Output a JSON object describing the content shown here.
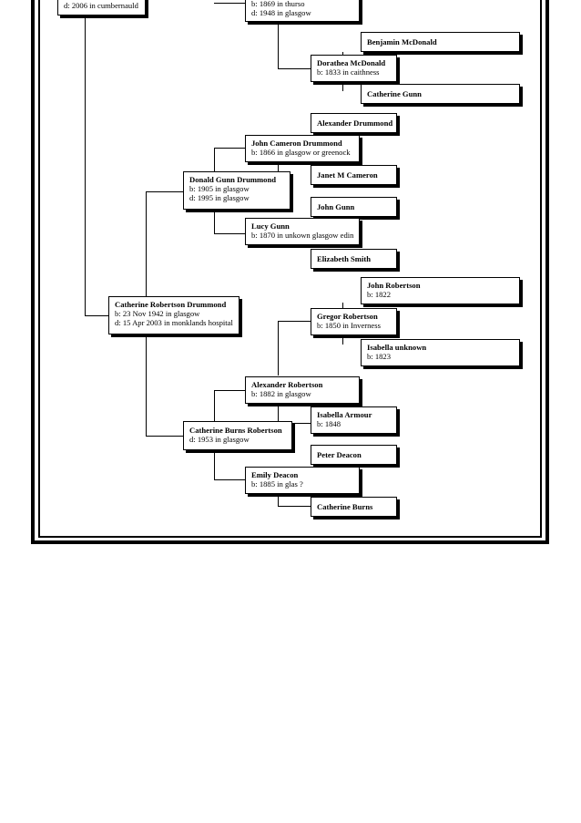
{
  "people": {
    "top_left": {
      "line2": "d: 2006 in cumbernauld"
    },
    "top_center": {
      "line1": "b: 1869 in thurso",
      "line2": "d: 1948 in glasgow"
    },
    "benjamin": {
      "name": "Benjamin McDonald"
    },
    "dorathea": {
      "name": "Dorathea McDonald",
      "born": "b: 1833 in caithness"
    },
    "catherine_gunn": {
      "name": "Catherine Gunn"
    },
    "alexander_drummond": {
      "name": "Alexander Drummond"
    },
    "john_cameron": {
      "name": "John Cameron Drummond",
      "born": "b: 1866 in glasgow or greenock"
    },
    "janet": {
      "name": "Janet M Cameron"
    },
    "donald": {
      "name": "Donald Gunn Drummond",
      "born": "b: 1905 in glasgow",
      "died": "d: 1995 in glasgow"
    },
    "john_gunn": {
      "name": "John Gunn"
    },
    "lucy": {
      "name": "Lucy Gunn",
      "born": "b: 1870 in unkown glasgow edin"
    },
    "elizabeth": {
      "name": "Elizabeth Smith"
    },
    "john_robertson": {
      "name": "John Robertson",
      "born": "b: 1822"
    },
    "catherine_rd": {
      "name": "Catherine Robertson Drummond",
      "born": "b: 23 Nov 1942 in glasgow",
      "died": "d: 15 Apr 2003 in monklands hospital"
    },
    "gregor": {
      "name": "Gregor Robertson",
      "born": "b: 1850 in Inverness"
    },
    "isabella_unknown": {
      "name": "Isabella unknown",
      "born": "b: 1823"
    },
    "alexander_robertson": {
      "name": "Alexander Robertson",
      "born": "b: 1882 in glasgow"
    },
    "isabella_armour": {
      "name": "Isabella Armour",
      "born": "b: 1848"
    },
    "catherine_br": {
      "name": "Catherine Burns Robertson",
      "died": "d: 1953 in glasgow"
    },
    "peter": {
      "name": "Peter Deacon"
    },
    "emily": {
      "name": "Emily Deacon",
      "born": "b: 1885 in glas ?"
    },
    "catherine_burns": {
      "name": "Catherine Burns"
    }
  }
}
